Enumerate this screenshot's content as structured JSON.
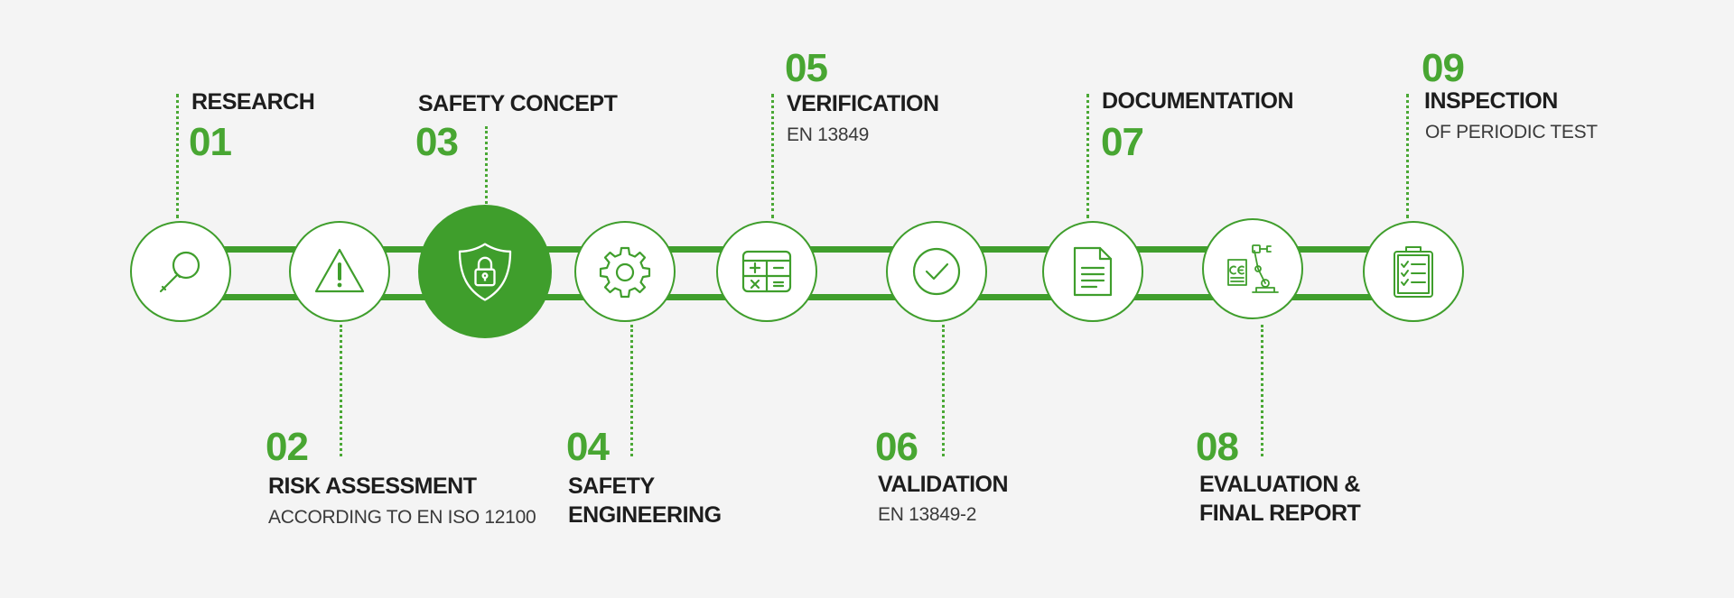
{
  "colors": {
    "accent": "#3f9e2c",
    "number": "#48a632",
    "text": "#1d1d1d",
    "background": "#f4f4f4"
  },
  "steps": [
    {
      "number": "01",
      "title": "RESEARCH",
      "subtitle": "",
      "icon": "magnifier-icon"
    },
    {
      "number": "02",
      "title": "RISK ASSESSMENT",
      "subtitle": "ACCORDING TO EN ISO 12100",
      "icon": "warning-icon"
    },
    {
      "number": "03",
      "title": "SAFETY CONCEPT",
      "subtitle": "",
      "icon": "shield-lock-icon"
    },
    {
      "number": "04",
      "title_line1": "SAFETY",
      "title_line2": "ENGINEERING",
      "subtitle": "",
      "icon": "gear-icon"
    },
    {
      "number": "05",
      "title": "VERIFICATION",
      "subtitle": "EN 13849",
      "icon": "calculator-icon"
    },
    {
      "number": "06",
      "title": "VALIDATION",
      "subtitle": "EN 13849-2",
      "icon": "checkmark-icon"
    },
    {
      "number": "07",
      "title": "DOCUMENTATION",
      "subtitle": "",
      "icon": "document-icon"
    },
    {
      "number": "08",
      "title_line1": "EVALUATION &",
      "title_line2": "FINAL REPORT",
      "subtitle": "",
      "icon": "ce-robot-arm-icon"
    },
    {
      "number": "09",
      "title": "INSPECTION",
      "subtitle": "OF PERIODIC TEST",
      "icon": "clipboard-checklist-icon"
    }
  ]
}
